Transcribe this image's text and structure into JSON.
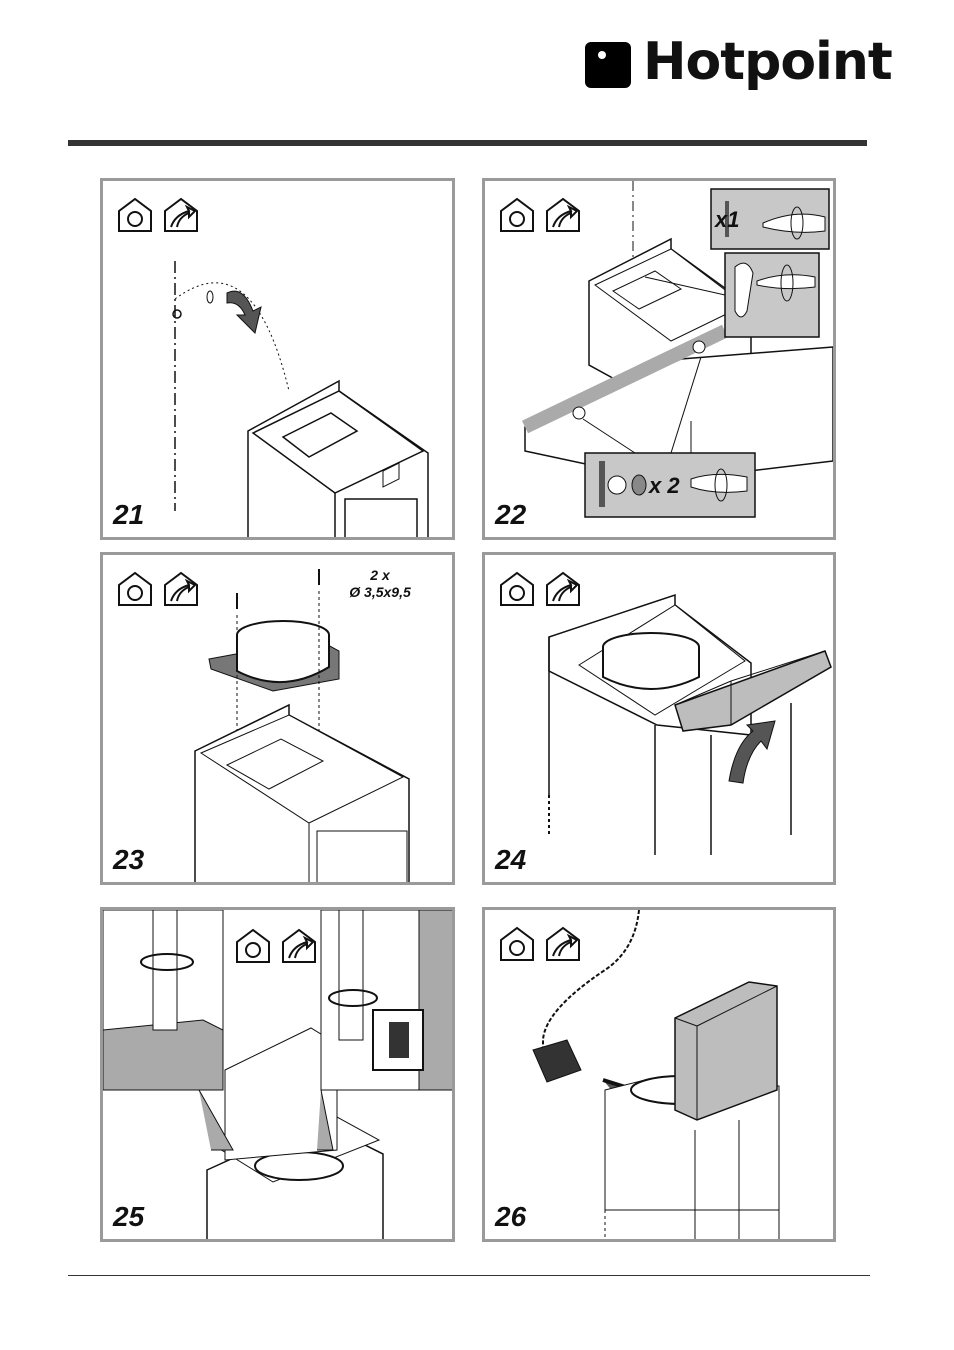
{
  "brand": {
    "name": "Hotpoint"
  },
  "panels": [
    {
      "step": "21"
    },
    {
      "step": "22",
      "callout_a": "x1",
      "callout_b": "x 2"
    },
    {
      "step": "23",
      "screw_count": "2 x",
      "screw_size": "Ø 3,5x9,5"
    },
    {
      "step": "24"
    },
    {
      "step": "25"
    },
    {
      "step": "26"
    }
  ],
  "colors": {
    "frame": "#9a9a9a",
    "rule": "#333333",
    "shade": "#bdbdbd"
  }
}
